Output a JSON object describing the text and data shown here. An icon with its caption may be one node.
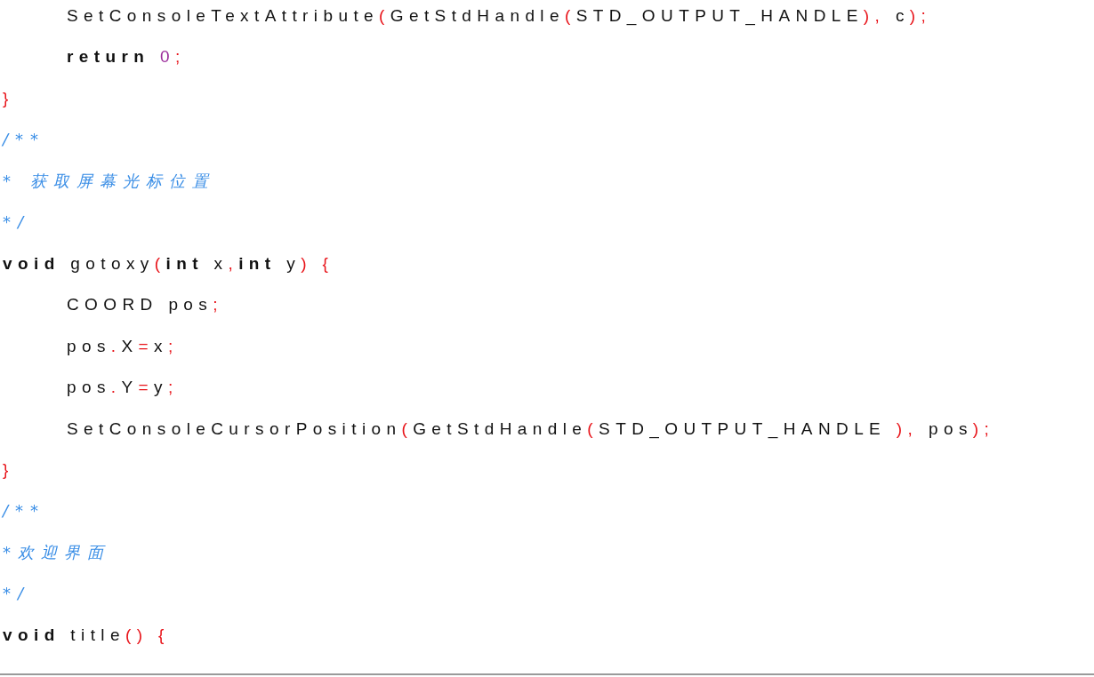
{
  "diagram": {
    "labels": [
      "SetConsoleTextAttribute(GetStdHandle(STD_OUTPUT_HANDLE), c);",
      "**return** 0;",
      "}",
      "/**",
      "* 获取屏幕光标位置",
      "*/",
      "**void** gotoxy(**int** x,**int** y) {",
      "COORD pos;",
      "pos.X=x;",
      "pos.Y=y;",
      "SetConsoleCursorPosition(GetStdHandle(STD_OUTPUT_HANDLE ), pos);",
      "}",
      "/**",
      "*欢迎界面",
      "*/",
      "**void** title() {"
    ]
  }
}
